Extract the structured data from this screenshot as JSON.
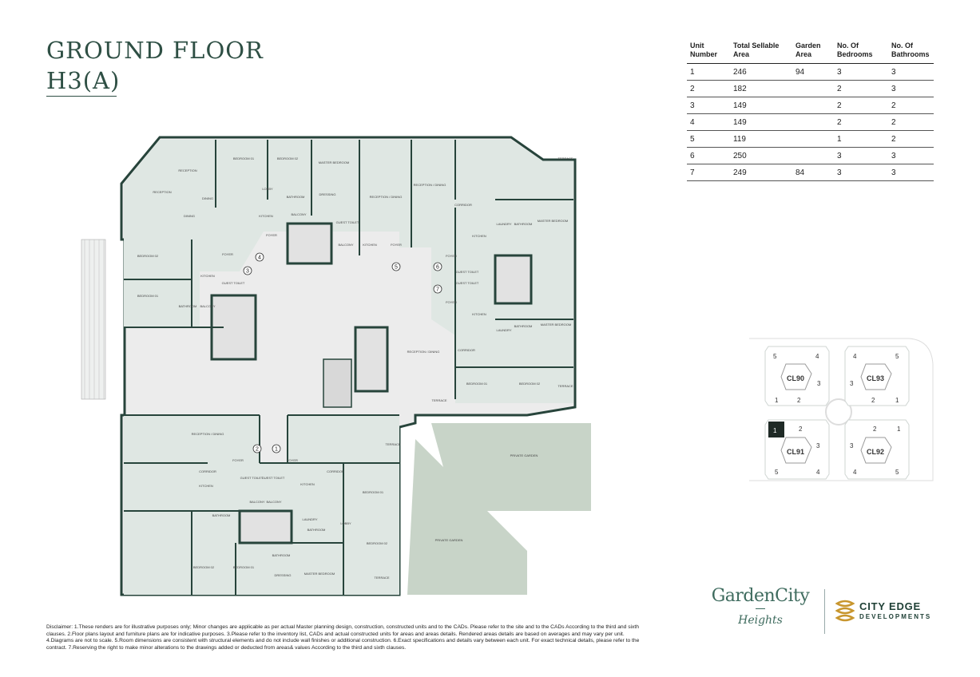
{
  "title": {
    "line1": "GROUND FLOOR",
    "line2": "H3(A)"
  },
  "table": {
    "headers": [
      "Unit Number",
      "Total Sellable Area",
      "Garden Area",
      "No. Of Bedrooms",
      "No. Of Bathrooms"
    ],
    "rows": [
      [
        "1",
        "246",
        "94",
        "3",
        "3"
      ],
      [
        "2",
        "182",
        "",
        "2",
        "3"
      ],
      [
        "3",
        "149",
        "",
        "2",
        "2"
      ],
      [
        "4",
        "149",
        "",
        "2",
        "2"
      ],
      [
        "5",
        "119",
        "",
        "1",
        "2"
      ],
      [
        "6",
        "250",
        "",
        "3",
        "3"
      ],
      [
        "7",
        "249",
        "84",
        "3",
        "3"
      ]
    ]
  },
  "plan": {
    "unit_markers": [
      "1",
      "2",
      "3",
      "4",
      "5",
      "6",
      "7"
    ],
    "rooms": {
      "bedroom_01_top": "BEDROOM 01",
      "bedroom_02_top": "BEDROOM 02",
      "master_bedroom_top": "MASTER BEDROOM",
      "reception_top": "RECEPTION",
      "reception_left": "RECEPTION",
      "dining_a": "DINING",
      "dining_b": "DINING",
      "lobby_a": "LOBBY",
      "lobby_b": "LOBBY",
      "bathroom_a": "BATHROOM",
      "dressing_a": "DRESSING",
      "kitchen_a": "KITCHEN",
      "balcony_a": "BALCONY",
      "reception_dining_top": "RECEPTION / DINING",
      "reception_dining_c": "RECEPTION / DINING",
      "guest_toilet_a": "GUEST TOILET",
      "foyer_a": "FOYER",
      "balcony_b": "BALCONY",
      "kitchen_b": "KITCHEN",
      "foyer_b": "FOYER",
      "terrace_top": "TERRACE",
      "corridor_a": "CORRIDOR",
      "laundry_a": "LAUNDRY",
      "bathroom_b": "BATHROOM",
      "master_bedroom_right": "MASTER BEDROOM",
      "kitchen_c": "KITCHEN",
      "bedroom_left_01": "BEDROOM 02",
      "bedroom_left_02": "BEDROOM 01",
      "kitchen_left": "KITCHEN",
      "bathroom_left": "BATHROOM",
      "balcony_left": "BALCONY",
      "foyer_left": "FOYER",
      "guest_toilet_left": "GUEST TOILET",
      "guest_toilet_b": "GUEST TOILET",
      "guest_toilet_c": "GUEST TOILET",
      "foyer_c": "FOYER",
      "foyer_d": "FOYER",
      "kitchen_d": "KITCHEN",
      "laundry_b": "LAUNDRY",
      "bathroom_c": "BATHROOM",
      "master_bedroom_right2": "MASTER BEDROOM",
      "corridor_b": "CORRIDOR",
      "bedroom_r_01": "BEDROOM 01",
      "bedroom_r_02": "BEDROOM 02",
      "terrace_right": "TERRACE",
      "terrace_mid": "TERRACE",
      "private_garden_a": "PRIVATE GARDEN",
      "reception_dining_b1": "RECEPTION / DINING",
      "reception_dining_b2": "RECEPTION / DINING",
      "foyer_b1": "FOYER",
      "foyer_b2": "FOYER",
      "terrace_b": "TERRACE",
      "corridor_b1": "CORRIDOR",
      "corridor_b2": "CORRIDOR",
      "kitchen_b1": "KITCHEN",
      "kitchen_b2": "KITCHEN",
      "guest_toilet_b1": "GUEST TOILET",
      "guest_toilet_b2": "GUEST TOILET",
      "balcony_b1": "BALCONY",
      "balcony_b2": "BALCONY",
      "bedroom_b1": "BEDROOM 01",
      "bedroom_b2": "BEDROOM 02",
      "bathroom_b1": "BATHROOM",
      "laundry_b1": "LAUNDRY",
      "bathroom_b2": "BATHROOM",
      "lobby_b1": "LOBBY",
      "private_garden_b": "PRIVATE GARDEN",
      "bedroom_b3": "BEDROOM 02",
      "bedroom_b4": "BEDROOM 01",
      "bathroom_b3": "BATHROOM",
      "dressing_b1": "DRESSING",
      "master_bedroom_b": "MASTER BEDROOM",
      "terrace_b2": "TERRACE"
    }
  },
  "keymap": {
    "clusters": [
      {
        "name": "CL90",
        "units": [
          "5",
          "4",
          "3",
          "1",
          "2"
        ]
      },
      {
        "name": "CL93",
        "units": [
          "4",
          "5",
          "3",
          "2",
          "1"
        ]
      },
      {
        "name": "CL91",
        "units": [
          "1",
          "2",
          "3",
          "5",
          "4"
        ],
        "highlighted": "1"
      },
      {
        "name": "CL92",
        "units": [
          "2",
          "1",
          "3",
          "4",
          "5"
        ]
      }
    ]
  },
  "brands": {
    "gardencity_name": "GardenCity",
    "gardencity_sub": "Heights",
    "cityedge_name": "CITY EDGE",
    "cityedge_sub": "DEVELOPMENTS"
  },
  "disclaimer": "Disclaimer: 1.These renders are for illustrative purposes only; Minor changes are applicable as per actual Master planning design, construction, constructed units and to the CADs. Please refer to the site and to the CADs According to the third and sixth clauses. 2.Floor plans layout and furniture plans are for indicative purposes. 3.Please refer to the inventory list, CADs and actual constructed units for areas and areas details. Rendered areas details are based on averages and may vary per unit. 4.Diagrams are not to scale. 5.Room dimensions are consistent with structural elements and do not include wall finishes or additional construction. 6.Exact specifications and details vary between each unit. For exact technical details, please refer to the contract. 7.Reserving the right to make minor alterations to the drawings added or deducted from areas& values According to the third and sixth clauses.",
  "colors": {
    "title": "#2e4f44",
    "wall": "#27443b",
    "room_fill": "#dfe7e3",
    "common_fill": "#ececec",
    "garden": "#c8d4c8",
    "keymap_highlight": "#1f2a26"
  }
}
